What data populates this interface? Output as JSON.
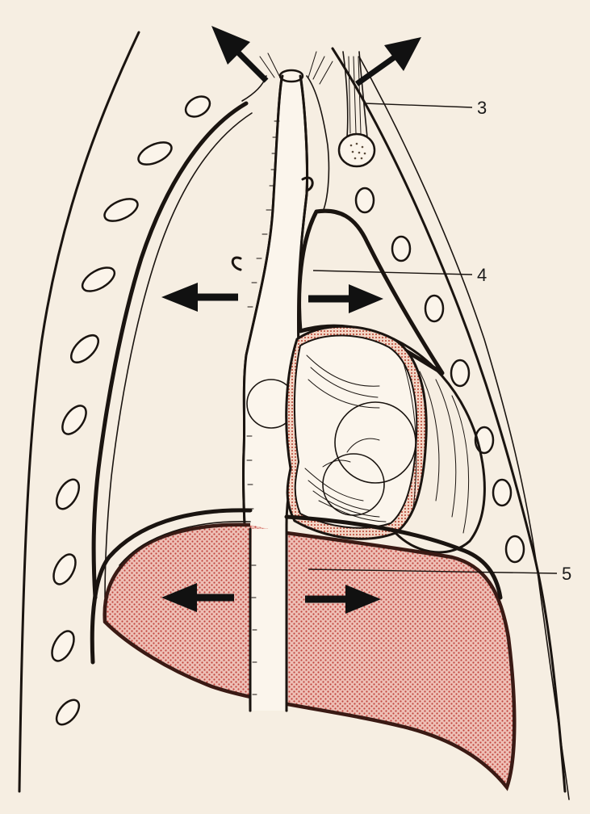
{
  "labels": [
    {
      "id": "3",
      "text": "3"
    },
    {
      "id": "4",
      "text": "4"
    },
    {
      "id": "5",
      "text": "5"
    }
  ],
  "colors": {
    "paper": "#f6eee2",
    "ink": "#1a1410",
    "liver_fill": "#e8b2a8",
    "liver_dot": "#c0443d",
    "pericardium": "#c86a52"
  },
  "icons": [
    "arrow-icon"
  ]
}
